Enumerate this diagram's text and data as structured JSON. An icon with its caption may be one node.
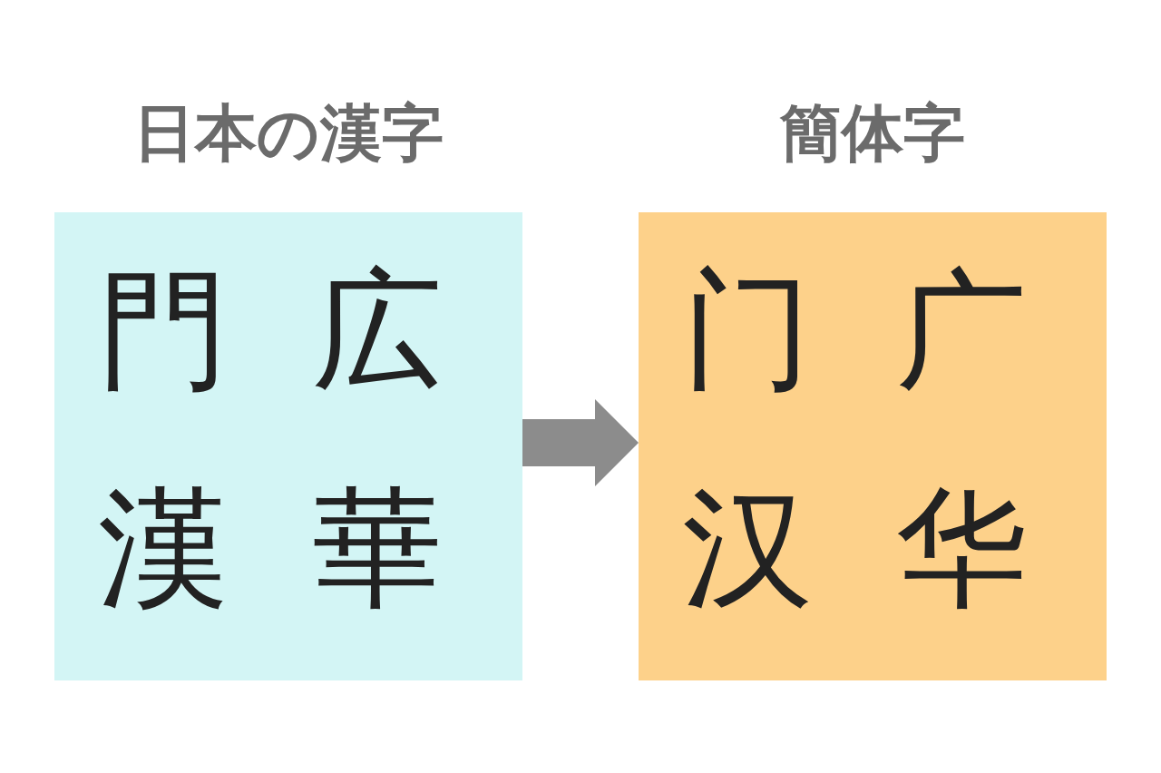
{
  "diagram": {
    "nodes": [
      {
        "text": [
          "日本の漢字",
          "門",
          "広",
          "漢",
          "華"
        ]
      },
      {
        "text": [
          "簡体字",
          "门",
          "广",
          "汉",
          "华"
        ]
      }
    ],
    "edges": [
      {
        "from": 0,
        "to": 1,
        "arrow": "to"
      }
    ]
  }
}
